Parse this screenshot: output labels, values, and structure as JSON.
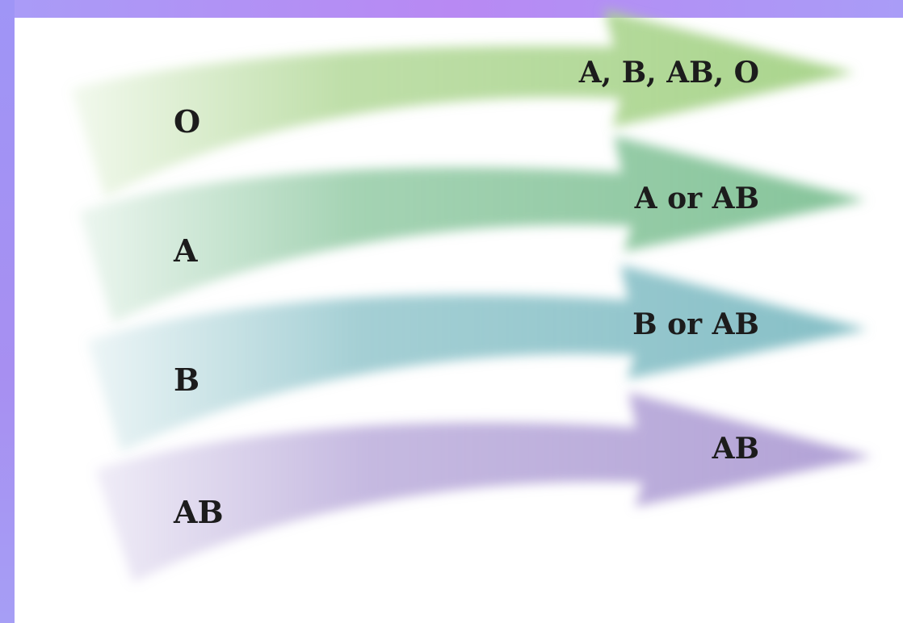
{
  "arrows": [
    {
      "donor": "O",
      "recipients": "A, B, AB, O",
      "color": "#a9d48c"
    },
    {
      "donor": "A",
      "recipients": "A or AB",
      "color": "#86c49a"
    },
    {
      "donor": "B",
      "recipients": "B or AB",
      "color": "#86bfc6"
    },
    {
      "donor": "AB",
      "recipients": "AB",
      "color": "#b2a2d6"
    }
  ],
  "frame_colors": {
    "border": "#a99cf7"
  }
}
